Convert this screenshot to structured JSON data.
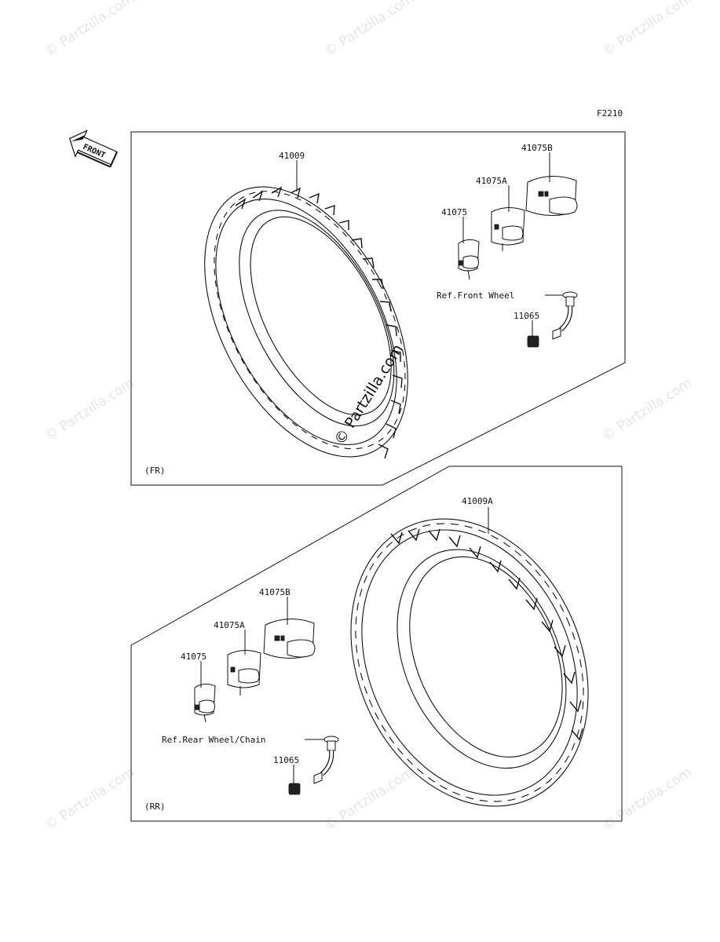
{
  "diagram_code": "F2210",
  "front_indicator": "FRONT",
  "watermark_text": "© Partzilla.com",
  "front_section": {
    "tag": "(FR)",
    "tire_label": "41009",
    "weight_b_label": "41075B",
    "weight_a_label": "41075A",
    "weight_label": "41075",
    "ref_label": "Ref.Front Wheel",
    "valve_label": "11065"
  },
  "rear_section": {
    "tag": "(RR)",
    "tire_label": "41009A",
    "weight_b_label": "41075B",
    "weight_a_label": "41075A",
    "weight_label": "41075",
    "ref_label": "Ref.Rear Wheel/Chain",
    "valve_label": "11065"
  }
}
